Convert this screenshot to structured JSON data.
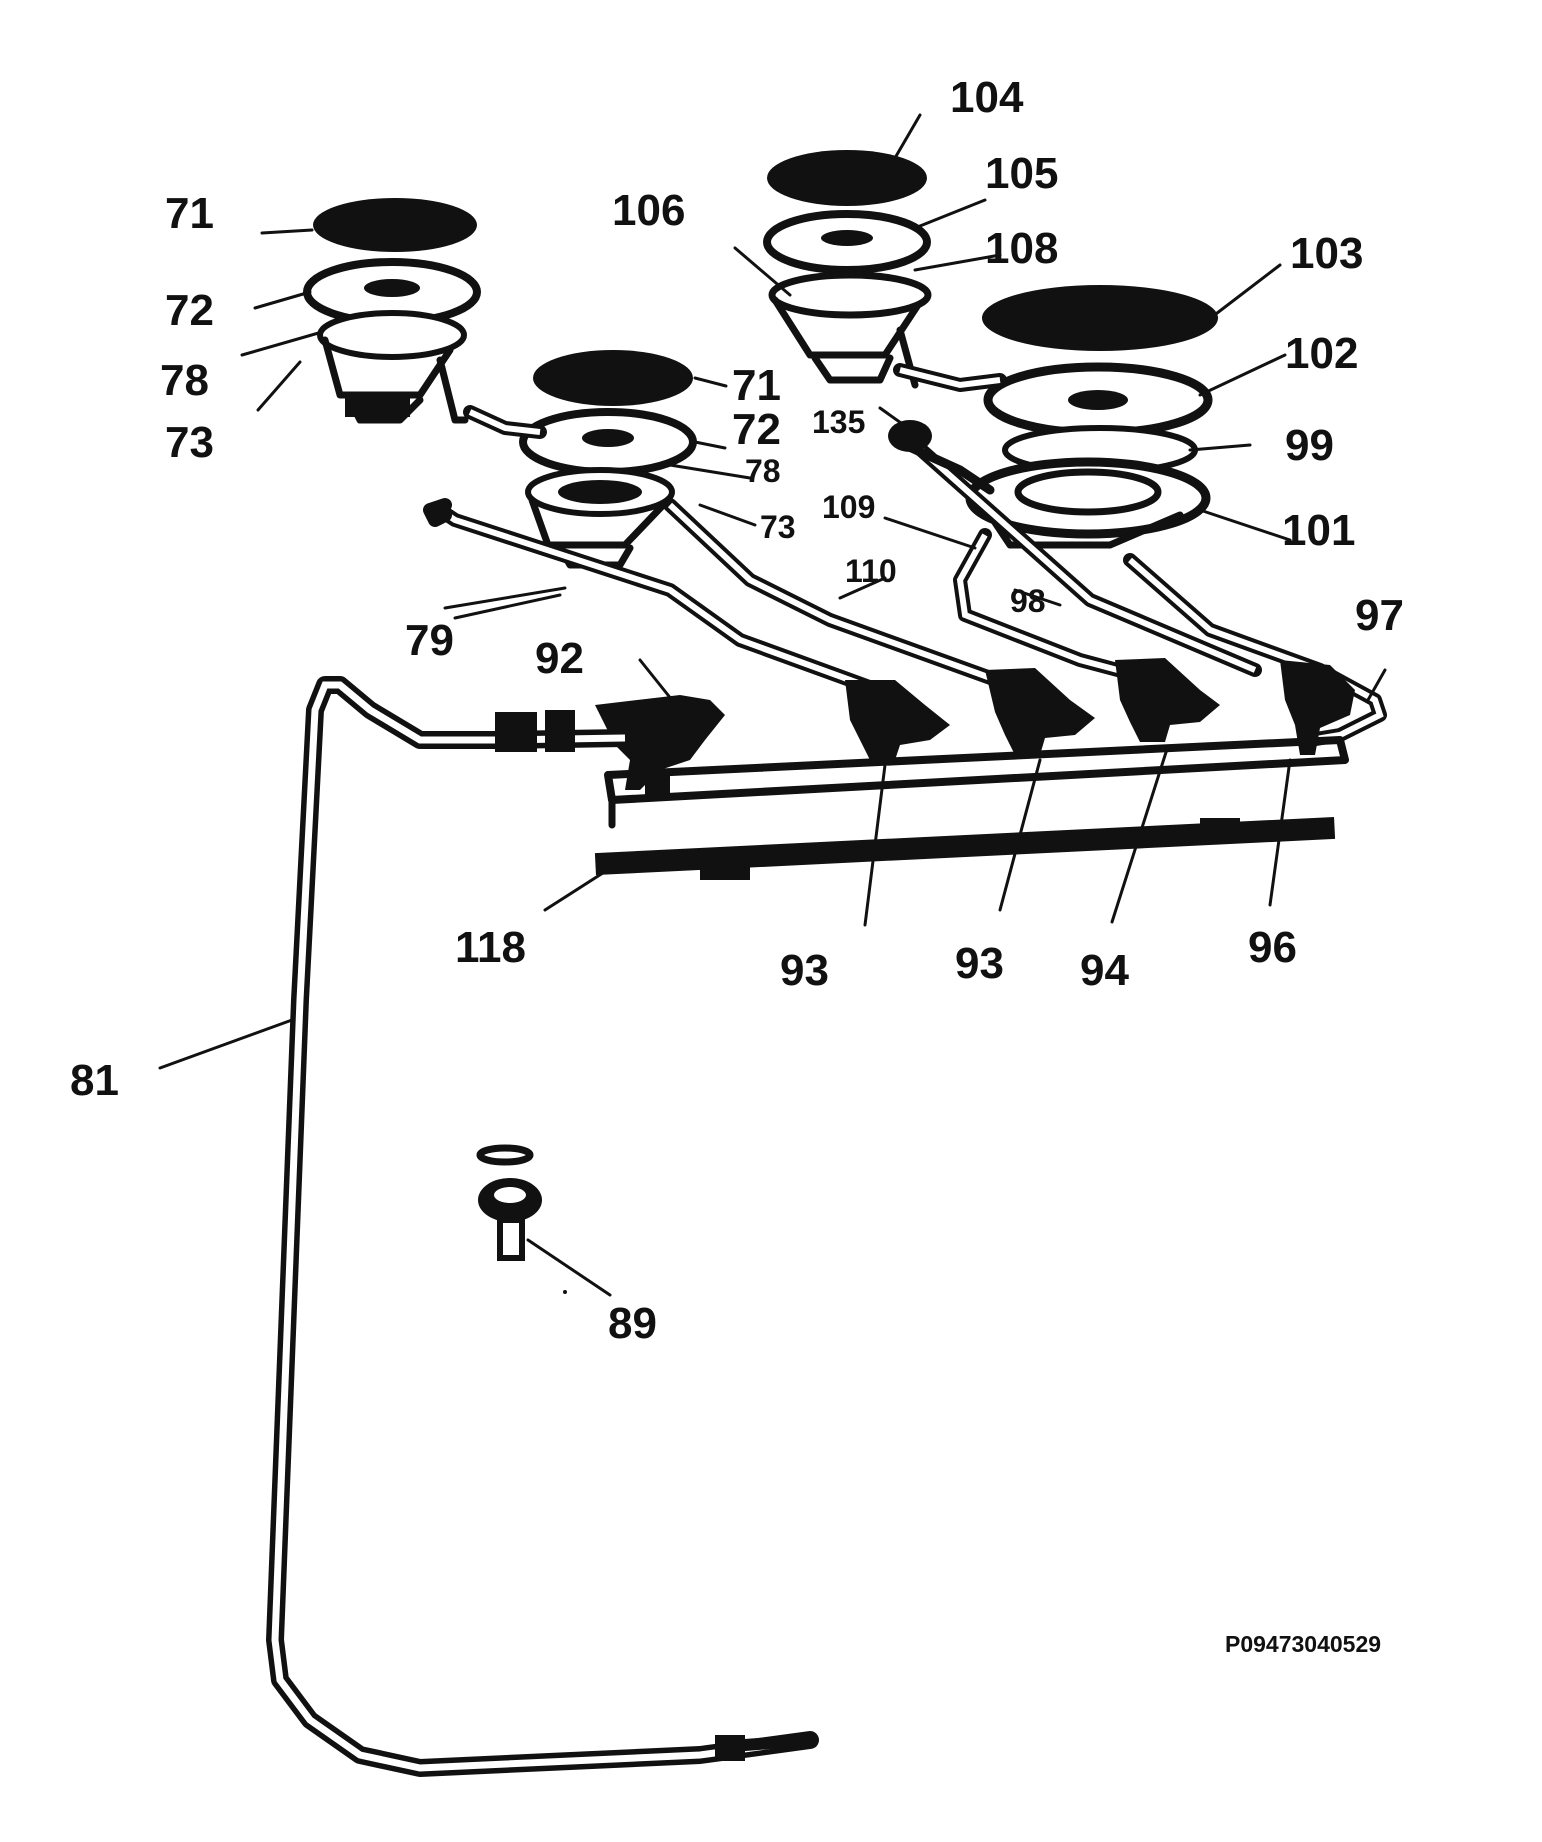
{
  "drawing_code": "P09473040529",
  "labels": {
    "l71a": "71",
    "l72a": "72",
    "l78a": "78",
    "l73a": "73",
    "l71b": "71",
    "l72b": "72",
    "l78b": "78",
    "l73b": "73",
    "l79": "79",
    "l104": "104",
    "l105": "105",
    "l106": "106",
    "l108": "108",
    "l103": "103",
    "l102": "102",
    "l135": "135",
    "l99": "99",
    "l109": "109",
    "l101": "101",
    "l110": "110",
    "l98": "98",
    "l97": "97",
    "l92": "92",
    "l118": "118",
    "l93a": "93",
    "l93b": "93",
    "l94": "94",
    "l96": "96",
    "l81": "81",
    "l89": "89"
  }
}
